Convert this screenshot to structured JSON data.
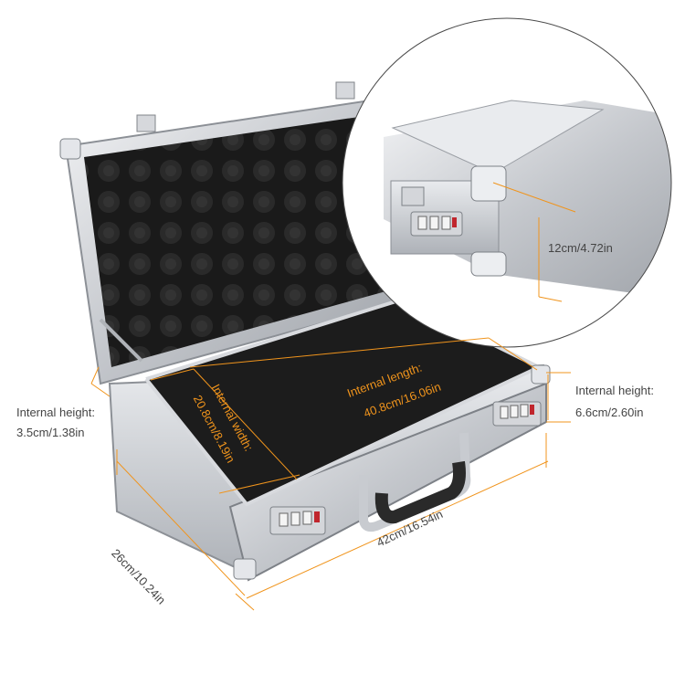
{
  "annotations": {
    "internal_height_left_title": "Internal height:",
    "internal_height_left_value": "3.5cm/1.38in",
    "internal_height_right_title": "Internal height:",
    "internal_height_right_value": "6.6cm/2.60in",
    "detail_height_value": "12cm/4.72in",
    "depth_value": "26cm/10.24in",
    "width_value": "42cm/16.54in",
    "internal_width_title": "Internal width:",
    "internal_width_value": "20.8cm/8.19in",
    "internal_length_title": "Internal length:",
    "internal_length_value": "40.8cm/16.06in"
  },
  "colors": {
    "accent_orange": "#f0941c",
    "foam_black": "#1c1c1c",
    "aluminum": "#c9ccd0",
    "text_gray": "#444444"
  }
}
